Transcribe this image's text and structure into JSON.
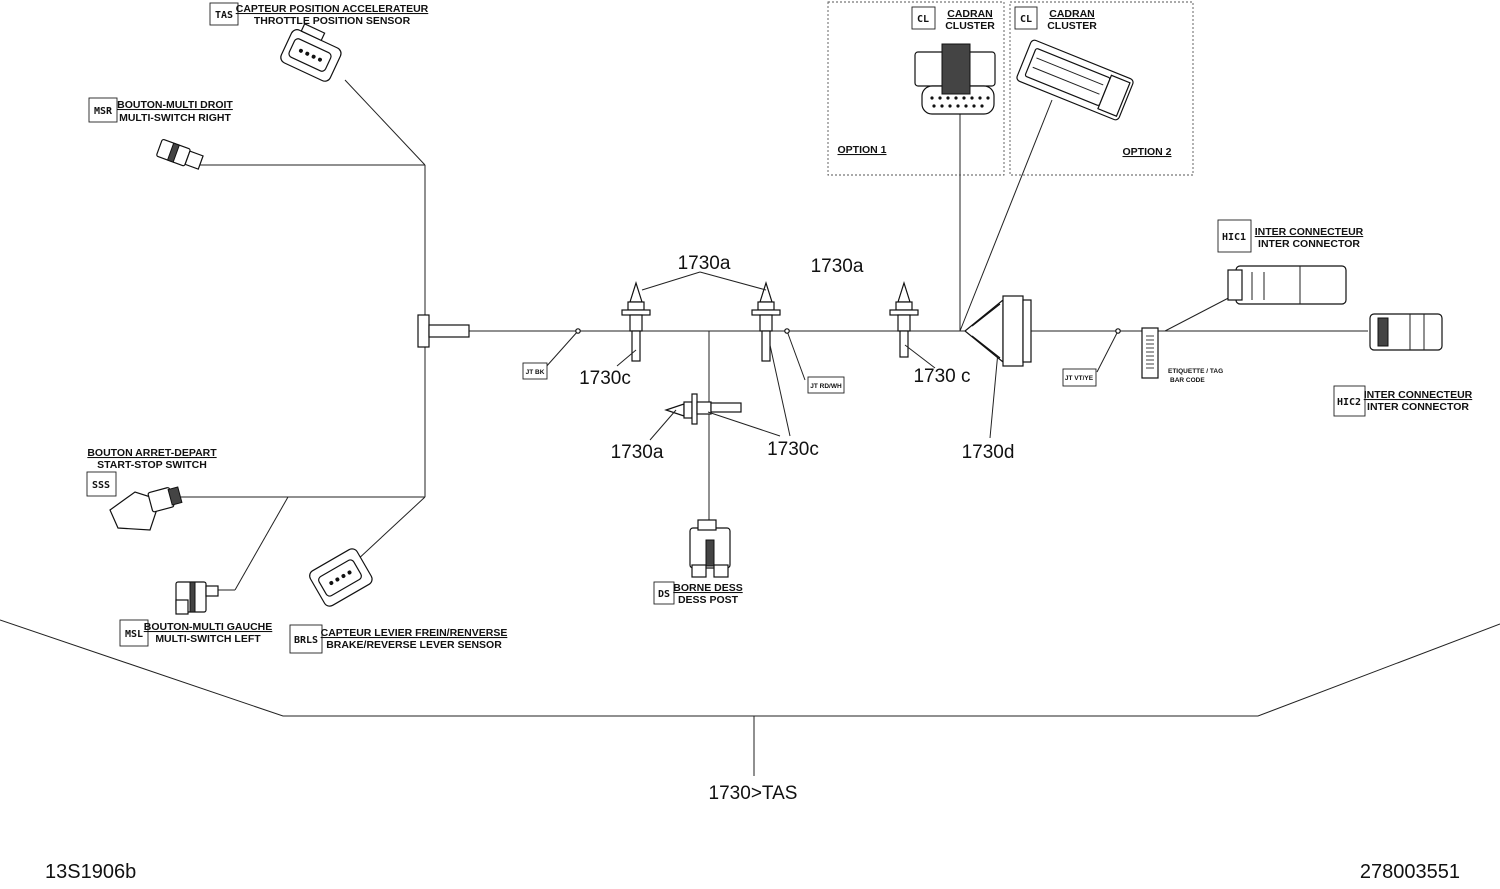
{
  "components": {
    "tas": {
      "code": "TAS",
      "fr": "CAPTEUR POSITION ACCELERATEUR",
      "en": "THROTTLE POSITION SENSOR"
    },
    "msr": {
      "code": "MSR",
      "fr": "BOUTON-MULTI DROIT",
      "en": "MULTI-SWITCH RIGHT"
    },
    "sss": {
      "code": "SSS",
      "fr": "BOUTON ARRET-DEPART",
      "en": "START-STOP SWITCH"
    },
    "msl": {
      "code": "MSL",
      "fr": "BOUTON-MULTI GAUCHE",
      "en": "MULTI-SWITCH LEFT"
    },
    "brls": {
      "code": "BRLS",
      "fr": "CAPTEUR LEVIER FREIN/RENVERSE",
      "en": "BRAKE/REVERSE LEVER SENSOR"
    },
    "ds": {
      "code": "DS",
      "fr": "BORNE DESS",
      "en": "DESS POST"
    },
    "cl1": {
      "code": "CL",
      "fr": "CADRAN",
      "en": "CLUSTER",
      "option": "OPTION 1"
    },
    "cl2": {
      "code": "CL",
      "fr": "CADRAN",
      "en": "CLUSTER",
      "option": "OPTION 2"
    },
    "hic1": {
      "code": "HIC1",
      "fr": "INTER CONNECTEUR",
      "en": "INTER CONNECTOR"
    },
    "hic2": {
      "code": "HIC2",
      "fr": "INTER CONNECTEUR",
      "en": "INTER CONNECTOR"
    }
  },
  "tags": {
    "jt_bk": "JT BK",
    "jt_rdwh": "JT RD/WH",
    "jt_vtye": "JT VT/YE",
    "etiquette_1": "ETIQUETTE / TAG",
    "etiquette_2": "BAR CODE"
  },
  "callouts": {
    "c1730a_top1": "1730a",
    "c1730a_top2": "1730a",
    "c1730c_left": "1730c",
    "c1730c_right": "1730 c",
    "c1730a_bottom": "1730a",
    "c1730c_bottom": "1730c",
    "c1730d": "1730d",
    "assembly": "1730>TAS"
  },
  "refs": {
    "left": "13S1906b",
    "right": "278003551"
  }
}
